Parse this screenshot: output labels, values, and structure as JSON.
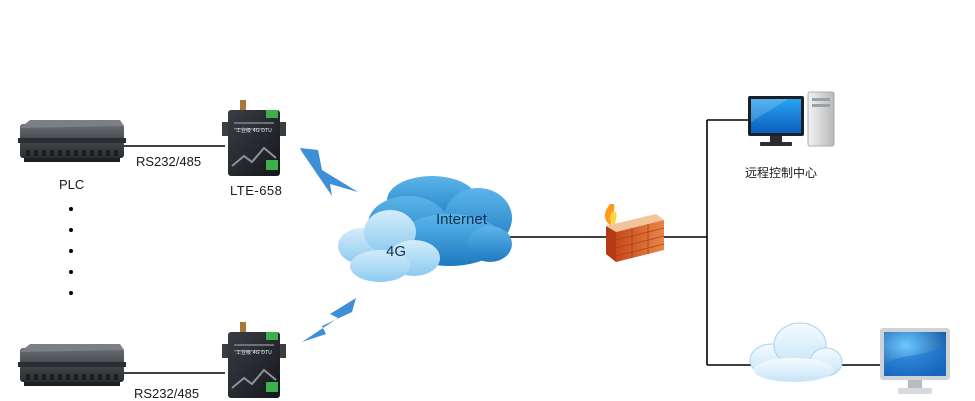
{
  "devices": {
    "plc_top_label": "PLC",
    "dtu_top_label": "LTE-658",
    "link_top_label": "RS232/485",
    "link_bottom_label": "RS232/485",
    "dtu_brand": "工业级 4G DTU"
  },
  "network": {
    "cloud_4g_label": "4G",
    "cloud_internet_label": "Internet"
  },
  "remote": {
    "control_center_label": "远程控制中心"
  }
}
